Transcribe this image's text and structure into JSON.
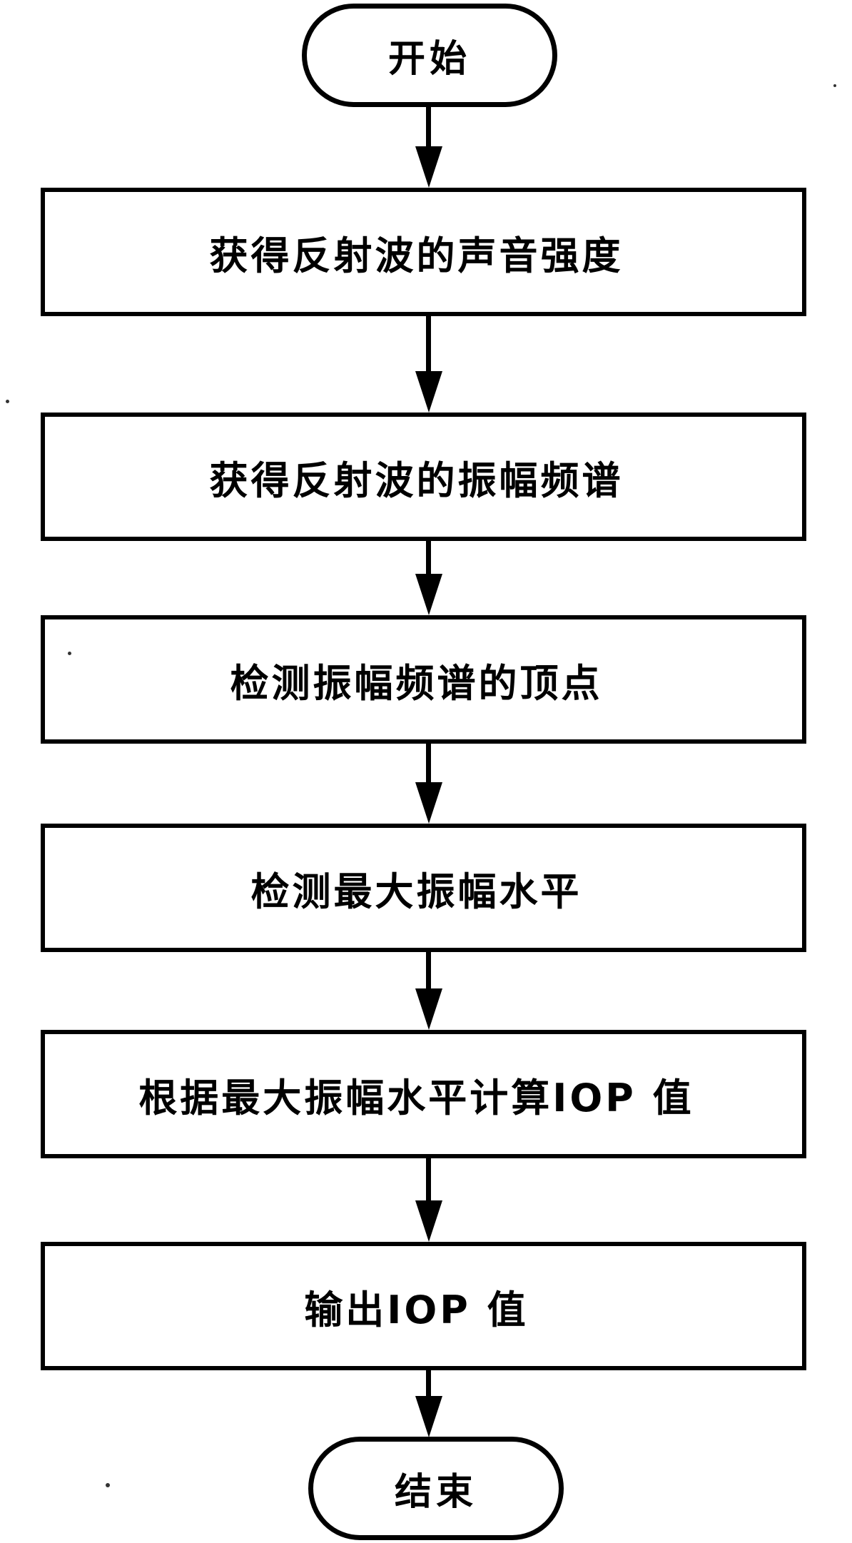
{
  "flowchart": {
    "start": {
      "label": "开始"
    },
    "steps": [
      {
        "label": "获得反射波的声音强度"
      },
      {
        "label": "获得反射波的振幅频谱"
      },
      {
        "label": "检测振幅频谱的顶点"
      },
      {
        "label": "检测最大振幅水平"
      },
      {
        "label": "根据最大振幅水平计算IOP 值"
      },
      {
        "label": "输出IOP 值"
      }
    ],
    "end": {
      "label": "结束"
    },
    "colors": {
      "stroke": "#000000",
      "background": "#ffffff"
    }
  }
}
